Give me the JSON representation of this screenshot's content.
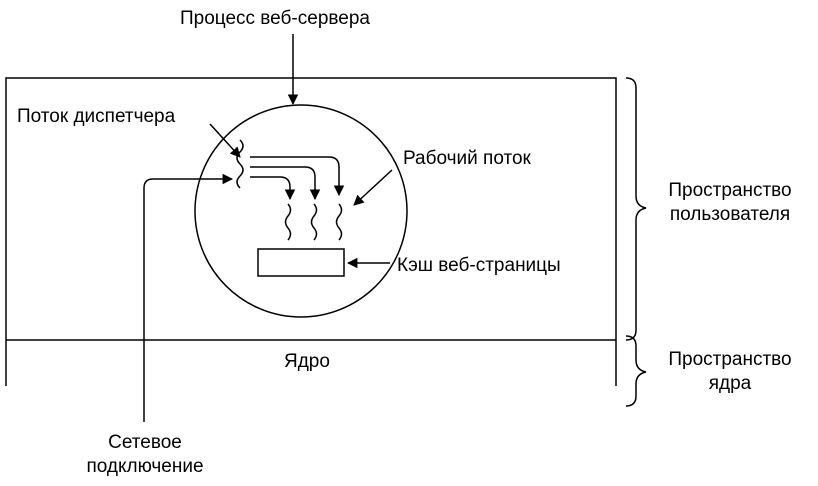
{
  "labels": {
    "web_server_process": "Процесс веб-сервера",
    "dispatcher_thread": "Поток диспетчера",
    "worker_thread": "Рабочий поток",
    "web_page_cache": "Кэш веб-страницы",
    "kernel": "Ядро",
    "user_space_line1": "Пространство",
    "user_space_line2": "пользователя",
    "kernel_space_line1": "Пространство",
    "kernel_space_line2": "ядра",
    "network_connection_line1": "Сетевое",
    "network_connection_line2": "подключение"
  },
  "colors": {
    "stroke": "#000000",
    "background": "#ffffff"
  }
}
